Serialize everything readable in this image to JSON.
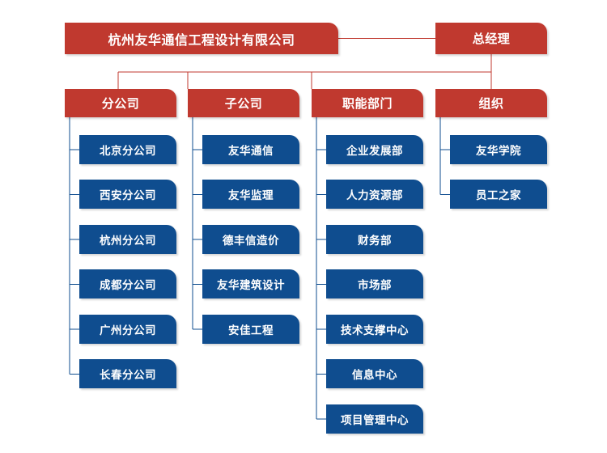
{
  "diagram": {
    "title_node": {
      "label": "杭州友华通信工程设计有限公司"
    },
    "boss_node": {
      "label": "总经理"
    },
    "colors": {
      "red": "#c0392f",
      "blue": "#0f4d8f",
      "background": "#ffffff",
      "wire_red": "#c0392f",
      "wire_blue": "#0f4d8f"
    },
    "columns": [
      {
        "header": "分公司",
        "items": [
          "北京分公司",
          "西安分公司",
          "杭州分公司",
          "成都分公司",
          "广州分公司",
          "长春分公司"
        ]
      },
      {
        "header": "子公司",
        "items": [
          "友华通信",
          "友华监理",
          "德丰信造价",
          "友华建筑设计",
          "安佳工程"
        ]
      },
      {
        "header": "职能部门",
        "items": [
          "企业发展部",
          "人力资源部",
          "财务部",
          "市场部",
          "技术支撑中心",
          "信息中心",
          "项目管理中心"
        ]
      },
      {
        "header": "组织",
        "items": [
          "友华学院",
          "员工之家"
        ]
      }
    ]
  }
}
